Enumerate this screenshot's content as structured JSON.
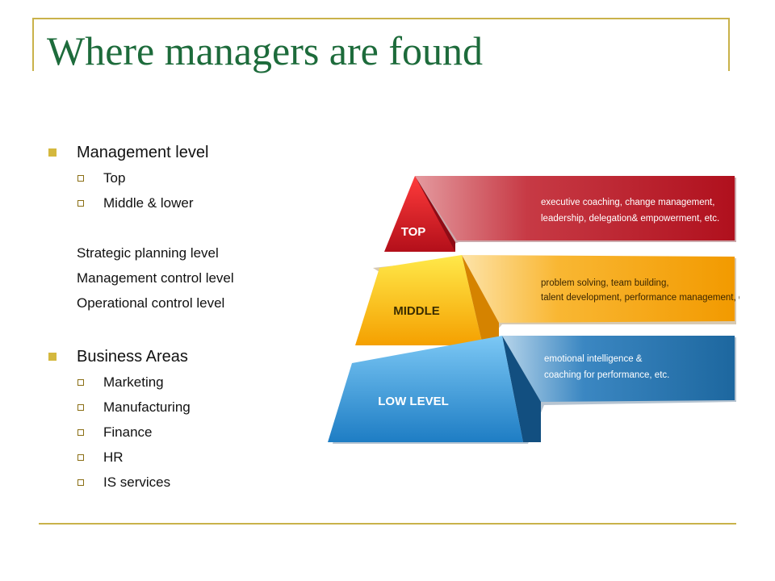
{
  "slide": {
    "title": "Where managers are found"
  },
  "outline": {
    "management_level": {
      "label": "Management level",
      "items": [
        "Top",
        "Middle & lower"
      ]
    },
    "planning_levels": [
      "Strategic planning level",
      "Management control level",
      "Operational control level"
    ],
    "business_areas": {
      "label": "Business Areas",
      "items": [
        "Marketing",
        "Manufacturing",
        "Finance",
        "HR",
        "IS services"
      ]
    }
  },
  "pyramid": {
    "tiers": [
      {
        "label": "TOP",
        "line1": "executive coaching, change management,",
        "line2": "leadership, delegation& empowerment, etc.",
        "color": "#c8102e"
      },
      {
        "label": "MIDDLE",
        "line1": "problem solving, team building,",
        "line2": "talent development, performance management, etc.",
        "color": "#f5a800"
      },
      {
        "label": "LOW LEVEL",
        "line1": "emotional intelligence &",
        "line2": "coaching for performance, etc.",
        "color": "#1e75b8"
      }
    ]
  }
}
